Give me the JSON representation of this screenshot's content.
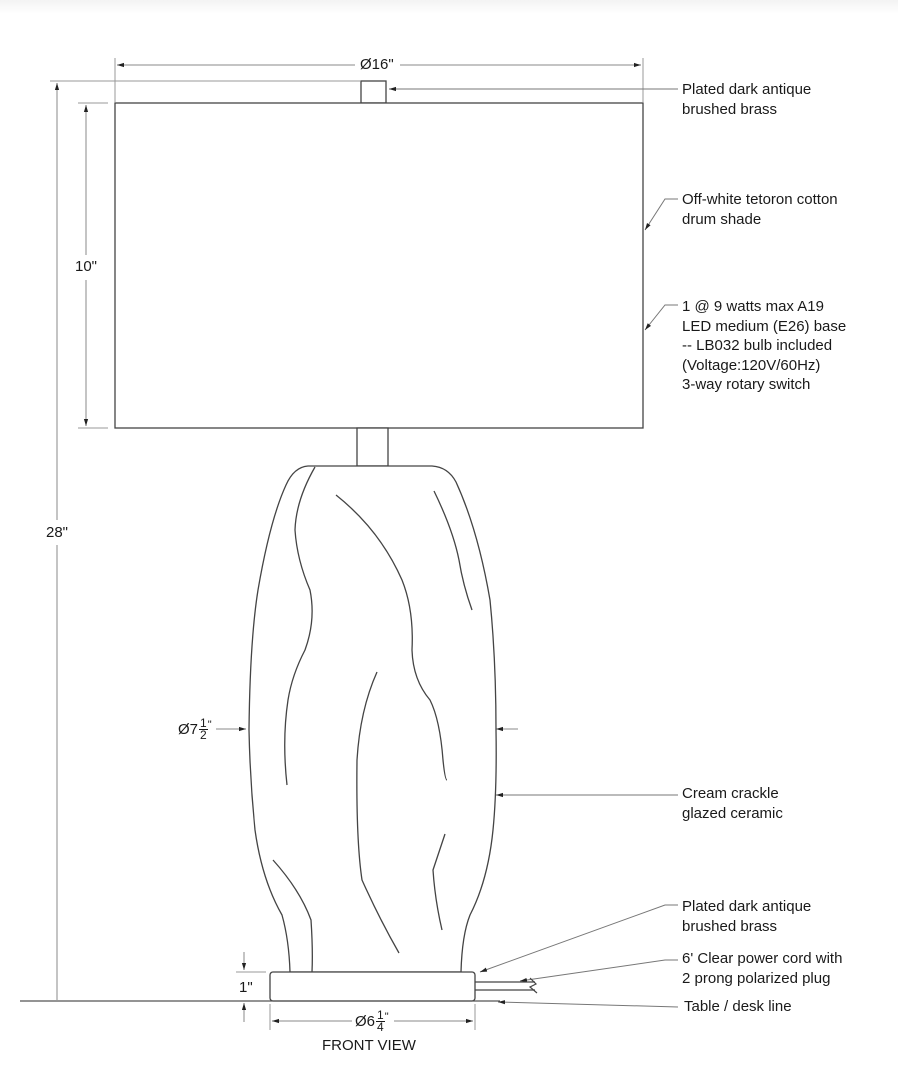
{
  "drawing": {
    "view_title": "FRONT VIEW",
    "line_color": "#555555",
    "dimension_line_color": "#888888"
  },
  "dimensions": {
    "shade_diameter": "Ø16\"",
    "shade_height": "10\"",
    "overall_height": "28\"",
    "body_diameter": {
      "prefix": "Ø7",
      "numerator": "1",
      "denominator": "2",
      "unit": "\""
    },
    "base_height": "1\"",
    "base_diameter": {
      "prefix": "Ø6",
      "numerator": "1",
      "denominator": "4",
      "unit": "\""
    }
  },
  "callouts": [
    {
      "id": "finial",
      "text": "Plated dark antique\nbrushed brass"
    },
    {
      "id": "shade",
      "text": "Off-white tetoron cotton\ndrum shade"
    },
    {
      "id": "bulb",
      "text": "1 @ 9 watts max A19\nLED medium (E26) base\n-- LB032 bulb included\n(Voltage:120V/60Hz)\n3-way rotary switch"
    },
    {
      "id": "body",
      "text": "Cream crackle\nglazed ceramic"
    },
    {
      "id": "base",
      "text": "Plated dark antique\nbrushed brass"
    },
    {
      "id": "cord",
      "text": "6' Clear power cord with\n2 prong polarized plug"
    },
    {
      "id": "table",
      "text": "Table / desk line"
    }
  ]
}
